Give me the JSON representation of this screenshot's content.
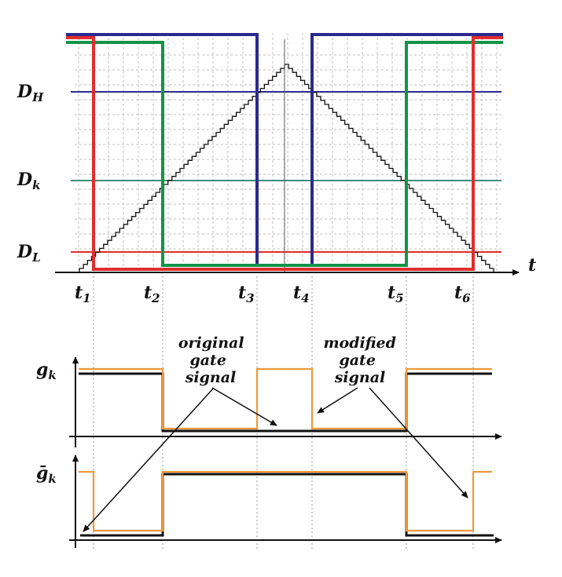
{
  "labels": {
    "dh": "D",
    "dh_sub": "H",
    "dk": "D",
    "dk_sub": "k",
    "dl": "D",
    "dl_sub": "L",
    "t_axis": "t",
    "gk": "g",
    "gk_sub": "k",
    "gkbar": "ḡ",
    "gkbar_sub": "k"
  },
  "time_marks": [
    {
      "t": "t",
      "sub": "1"
    },
    {
      "t": "t",
      "sub": "2"
    },
    {
      "t": "t",
      "sub": "3"
    },
    {
      "t": "t",
      "sub": "4"
    },
    {
      "t": "t",
      "sub": "5"
    },
    {
      "t": "t",
      "sub": "6"
    }
  ],
  "annotations": {
    "original": [
      "original",
      "gate",
      "signal"
    ],
    "modified": [
      "modified",
      "gate",
      "signal"
    ]
  },
  "colors": {
    "blue": "#2b2a8f",
    "green": "#129447",
    "red": "#e02d2d",
    "teal": "#3f8f7a",
    "orange": "#f0983c",
    "black": "#111111",
    "grid": "#bfbfbf"
  }
}
